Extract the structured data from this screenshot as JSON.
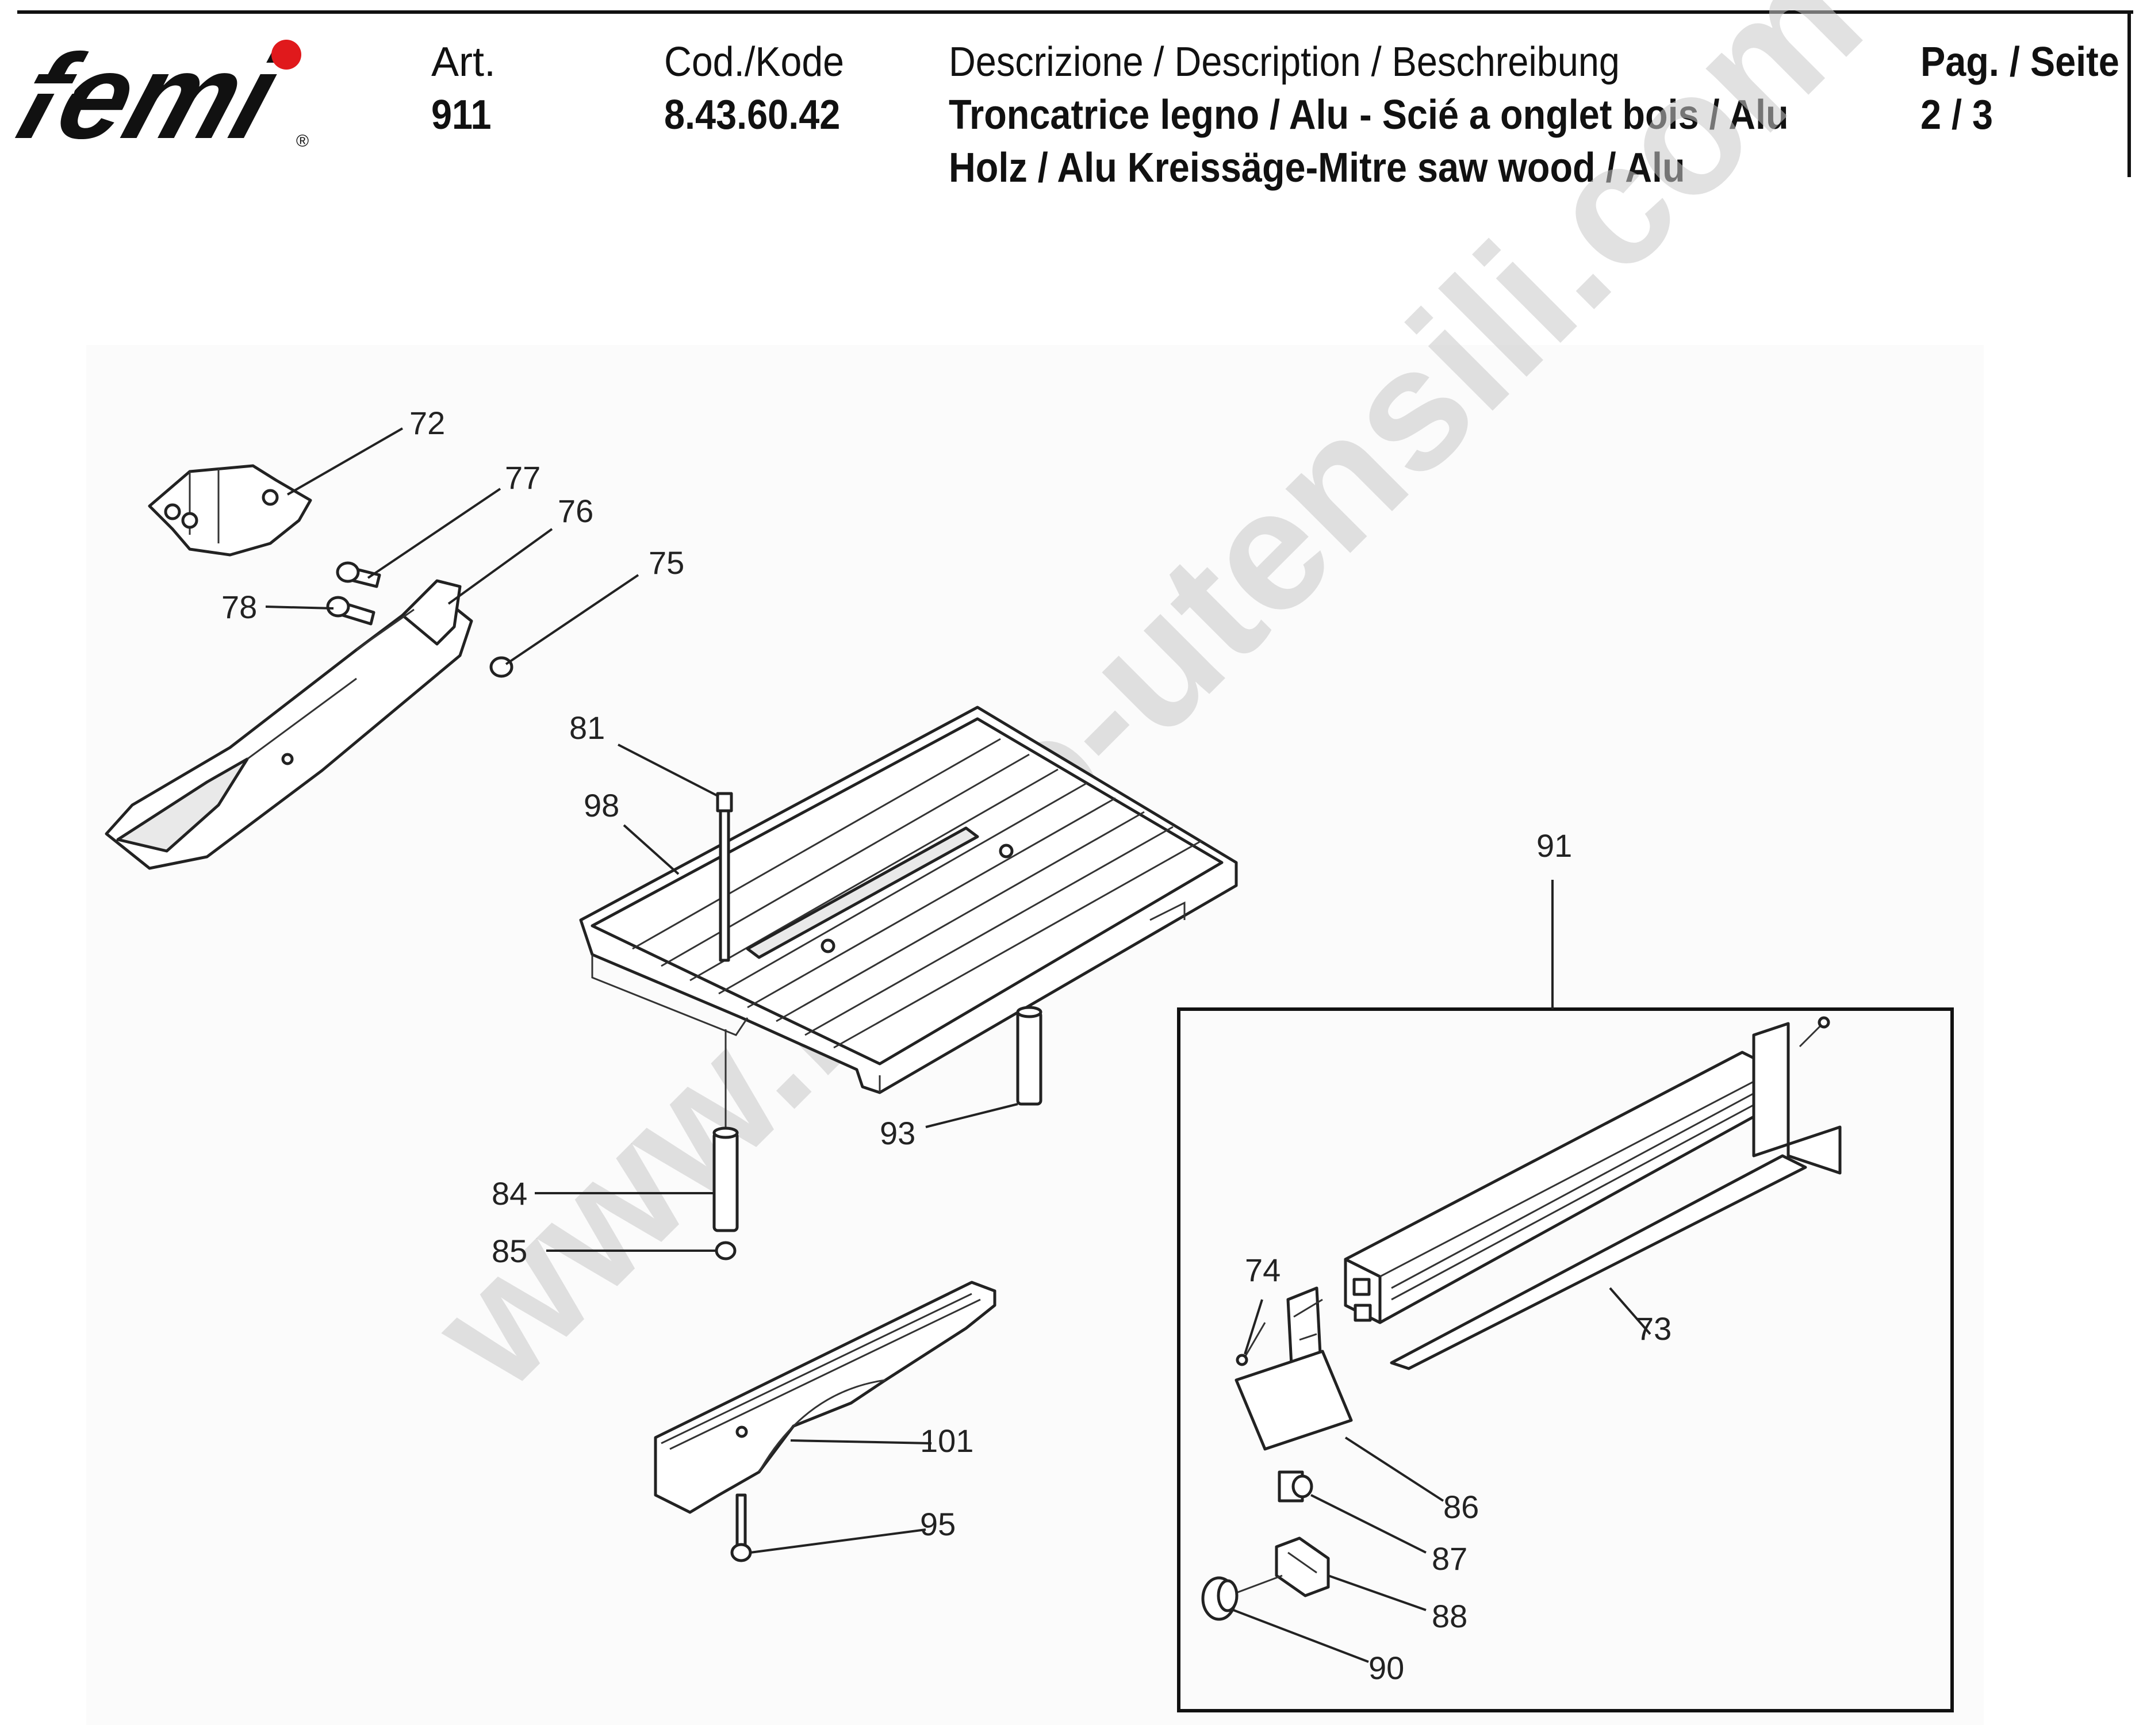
{
  "header": {
    "logo_text": "femi",
    "registered_mark": "®",
    "art_label": "Art.",
    "art_value": "911",
    "code_label": "Cod./Kode",
    "code_value": "8.43.60.42",
    "description_label": "Descrizione / Description / Beschreibung",
    "description_line1": "Troncatrice legno / Alu - Scié a onglet bois / Alu",
    "description_line2": "Holz / Alu Kreissäge-Mitre saw wood / Alu",
    "page_label": "Pag. / Seite",
    "page_value": "2 / 3"
  },
  "watermark": "www.brico-utensili.com",
  "callouts": {
    "c72": "72",
    "c77": "77",
    "c76": "76",
    "c75": "75",
    "c78": "78",
    "c81": "81",
    "c98": "98",
    "c91": "91",
    "c93": "93",
    "c84": "84",
    "c85": "85",
    "c74": "74",
    "c73": "73",
    "c101": "101",
    "c86": "86",
    "c95": "95",
    "c87": "87",
    "c88": "88",
    "c90": "90"
  },
  "colors": {
    "logo_dot": "#e0191c",
    "ink": "#111111",
    "watermark": "#c8c8c8"
  }
}
